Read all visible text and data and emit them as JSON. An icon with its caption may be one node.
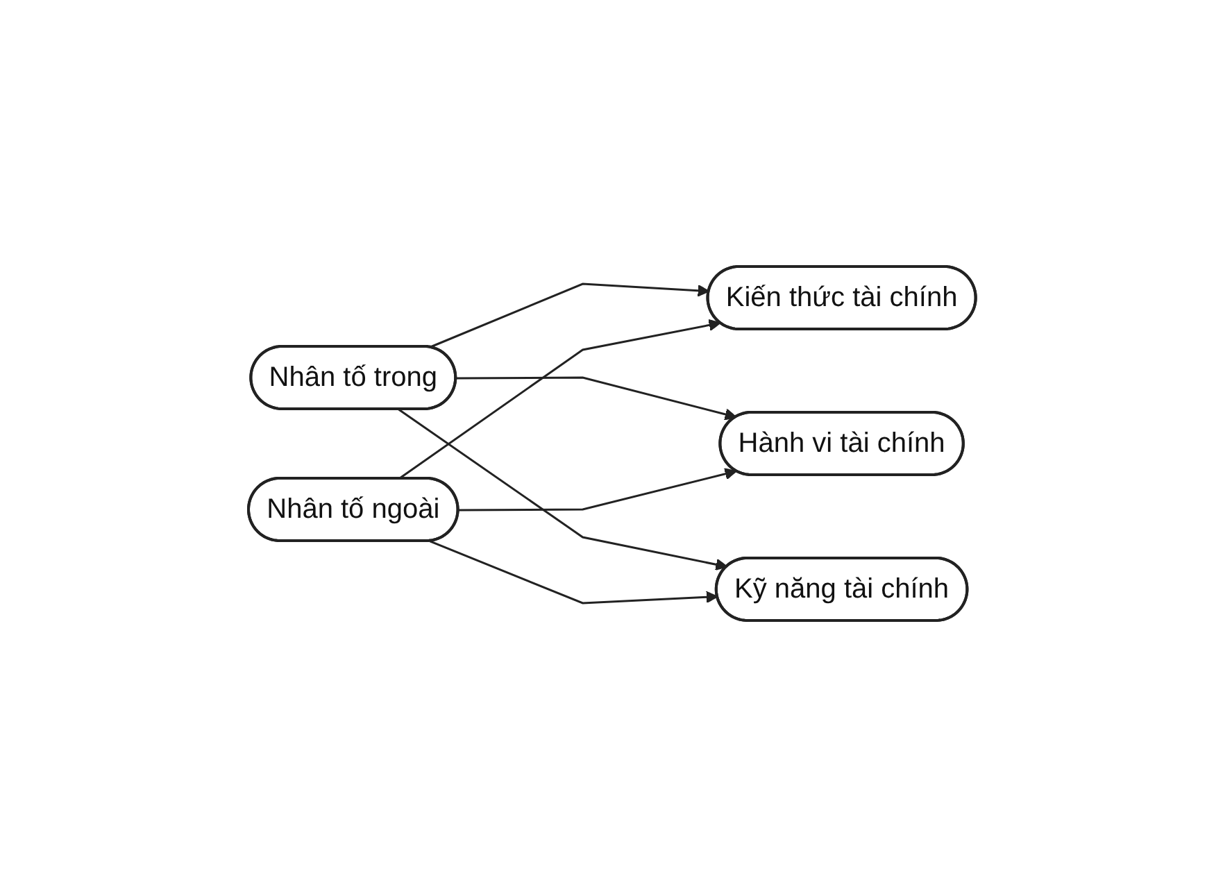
{
  "diagram": {
    "nodes": [
      {
        "text": [
          "Nhân tố trong"
        ]
      },
      {
        "text": [
          "Nhân tố ngoài"
        ]
      },
      {
        "text": [
          "Kiến thức tài chính"
        ]
      },
      {
        "text": [
          "Hành vi tài chính"
        ]
      },
      {
        "text": [
          "Kỹ năng tài chính"
        ]
      }
    ],
    "edges": [
      {
        "from": 0,
        "to": 2,
        "arrow": "to"
      },
      {
        "from": 0,
        "to": 3,
        "arrow": "to"
      },
      {
        "from": 0,
        "to": 4,
        "arrow": "to"
      },
      {
        "from": 1,
        "to": 2,
        "arrow": "to"
      },
      {
        "from": 1,
        "to": 3,
        "arrow": "to"
      },
      {
        "from": 1,
        "to": 4,
        "arrow": "to"
      }
    ]
  }
}
